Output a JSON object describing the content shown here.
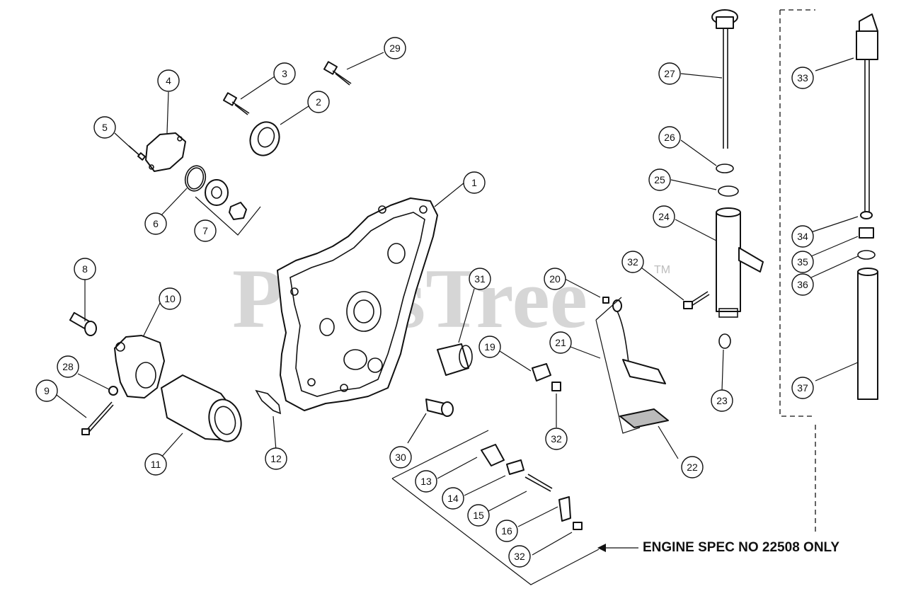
{
  "watermark": {
    "text": "PartsTree",
    "tm": "TM"
  },
  "spec_note": "ENGINE SPEC NO 22508 ONLY",
  "callouts": [
    {
      "label": "1"
    },
    {
      "label": "2"
    },
    {
      "label": "3"
    },
    {
      "label": "4"
    },
    {
      "label": "5"
    },
    {
      "label": "6"
    },
    {
      "label": "7"
    },
    {
      "label": "8"
    },
    {
      "label": "9"
    },
    {
      "label": "10"
    },
    {
      "label": "11"
    },
    {
      "label": "12"
    },
    {
      "label": "13"
    },
    {
      "label": "14"
    },
    {
      "label": "15"
    },
    {
      "label": "16"
    },
    {
      "label": "19"
    },
    {
      "label": "20"
    },
    {
      "label": "21"
    },
    {
      "label": "22"
    },
    {
      "label": "23"
    },
    {
      "label": "24"
    },
    {
      "label": "25"
    },
    {
      "label": "26"
    },
    {
      "label": "27"
    },
    {
      "label": "28"
    },
    {
      "label": "29"
    },
    {
      "label": "30"
    },
    {
      "label": "31"
    },
    {
      "label": "32"
    },
    {
      "label": "32"
    },
    {
      "label": "32"
    },
    {
      "label": "33"
    },
    {
      "label": "34"
    },
    {
      "label": "35"
    },
    {
      "label": "36"
    },
    {
      "label": "37"
    }
  ]
}
